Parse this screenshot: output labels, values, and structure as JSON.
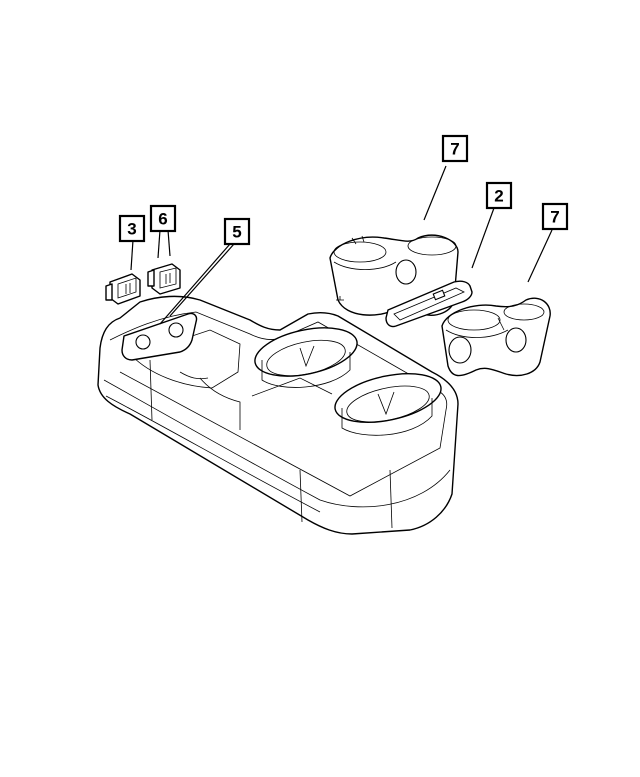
{
  "callouts": {
    "c7_left": "7",
    "c2": "2",
    "c7_right": "7",
    "c3": "3",
    "c6": "6",
    "c5": "5"
  },
  "colors": {
    "line": "#000000",
    "background": "#ffffff"
  }
}
